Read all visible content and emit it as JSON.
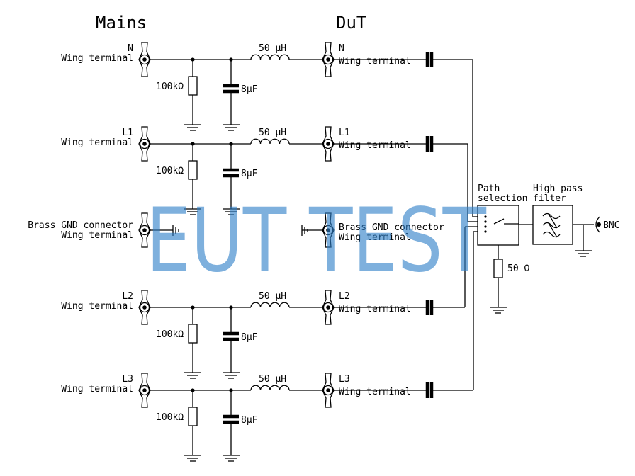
{
  "headers": {
    "mains": "Mains",
    "dut": "DuT"
  },
  "lines": [
    {
      "id": "n",
      "mains_name": "N",
      "dut_name": "N",
      "terminal": "Wing terminal",
      "inductor": "50 µH",
      "resistor": "100kΩ",
      "capacitor": "8µF"
    },
    {
      "id": "l1",
      "mains_name": "L1",
      "dut_name": "L1",
      "terminal": "Wing terminal",
      "inductor": "50 µH",
      "resistor": "100kΩ",
      "capacitor": "8µF"
    },
    {
      "id": "l2",
      "mains_name": "L2",
      "dut_name": "L2",
      "terminal": "Wing terminal",
      "inductor": "50 µH",
      "resistor": "100kΩ",
      "capacitor": "8µF"
    },
    {
      "id": "l3",
      "mains_name": "L3",
      "dut_name": "L3",
      "terminal": "Wing terminal",
      "inductor": "50 µH",
      "resistor": "100kΩ",
      "capacitor": "8µF"
    }
  ],
  "gnd": {
    "mains_name": "Brass GND connector",
    "dut_name": "Brass GND connector",
    "terminal": "Wing terminal"
  },
  "path_selection": {
    "line1": "Path",
    "line2": "selection"
  },
  "filter": {
    "line1": "High pass",
    "line2": "filter"
  },
  "termination": "50 Ω",
  "output": "BNC",
  "watermark": "EUT TEST",
  "colors": {
    "line": "#000000",
    "watermark": "#2f7fc8"
  }
}
